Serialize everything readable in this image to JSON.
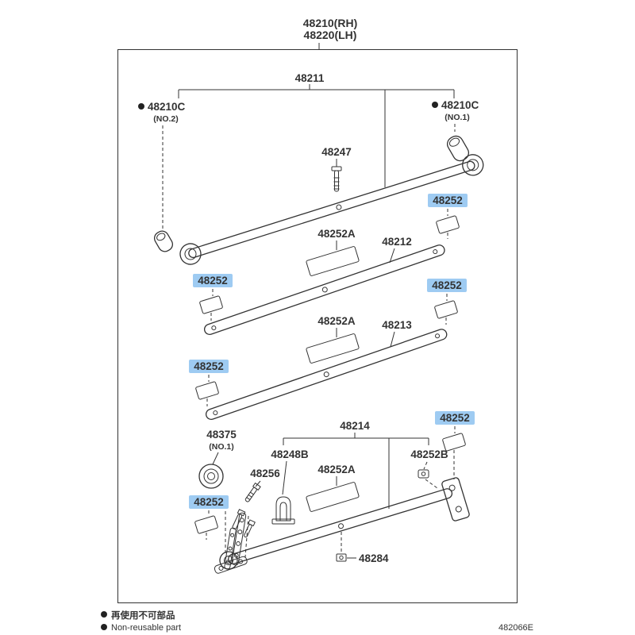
{
  "colors": {
    "highlight": "#9ECBF2",
    "line": "#333333",
    "text": "#333333"
  },
  "header": {
    "rh": "48210(RH)",
    "lh": "48220(LH)"
  },
  "parts": {
    "n48211": "48211",
    "n48210c": "48210C",
    "n48247": "48247",
    "n48252": "48252",
    "n48252a": "48252A",
    "n48212": "48212",
    "n48213": "48213",
    "n48214": "48214",
    "n48375": "48375",
    "n48248b": "48248B",
    "n48256": "48256",
    "n48252b": "48252B",
    "n48284": "48284"
  },
  "notes": {
    "no1": "(NO.1)",
    "no2": "(NO.2)"
  },
  "legend": {
    "jp": "再使用不可部品",
    "en": "Non-reusable part"
  },
  "footer": {
    "code": "482066E"
  }
}
